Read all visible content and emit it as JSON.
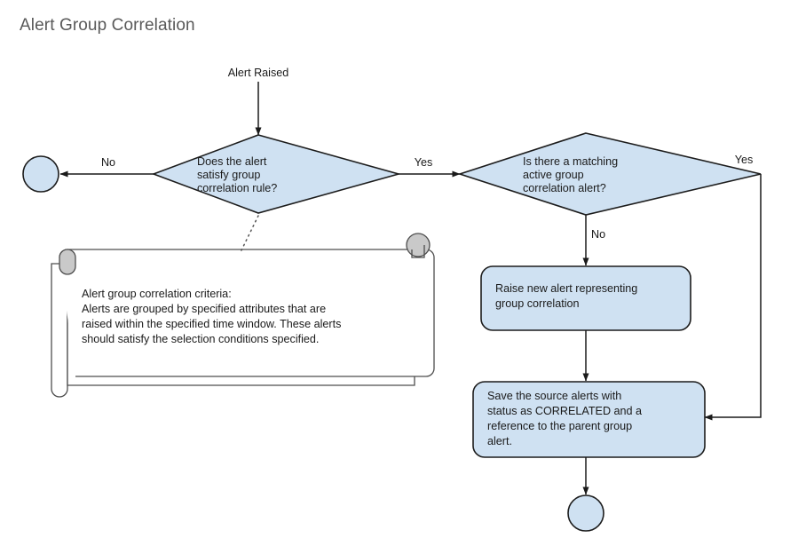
{
  "diagram": {
    "title": "Alert Group Correlation",
    "type": "flowchart",
    "colors": {
      "node_fill": "#cfe1f2",
      "node_stroke": "#1c1c1c",
      "title_text": "#595959",
      "body_text": "#1a1a1a",
      "note_fill": "#ffffff",
      "note_stroke": "#4d4d4d",
      "note_roll_fill": "#c9c9c9",
      "edge": "#1a1a1a",
      "background": "#ffffff"
    },
    "nodes": [
      {
        "id": "start-label",
        "shape": "text",
        "label": "Alert Raised"
      },
      {
        "id": "end-no-terminator",
        "shape": "circle",
        "label": ""
      },
      {
        "id": "decision-satisfy-rule",
        "shape": "diamond",
        "label": "Does the alert satisfy group correlation rule?",
        "lines": [
          "Does the alert",
          "satisfy group",
          "correlation rule?"
        ]
      },
      {
        "id": "decision-matching-alert",
        "shape": "diamond",
        "label": "Is there a matching active group correlation alert?",
        "lines": [
          "Is there a matching",
          "active group",
          "correlation alert?"
        ]
      },
      {
        "id": "process-raise-new-alert",
        "shape": "rounded-rectangle",
        "label": "Raise new alert representing group correlation",
        "lines": [
          "Raise new alert representing",
          "group correlation"
        ]
      },
      {
        "id": "process-save-source-alerts",
        "shape": "rounded-rectangle",
        "label": "Save the source alerts with status as CORRELATED and a reference to the parent group alert.",
        "lines": [
          "Save the source alerts with",
          "status as CORRELATED and a",
          "reference to the parent group",
          "alert."
        ]
      },
      {
        "id": "end-terminator",
        "shape": "circle",
        "label": ""
      },
      {
        "id": "note-criteria",
        "shape": "scroll-note",
        "label": "Alert group correlation criteria: Alerts are grouped by specified attributes that are raised within the specified time window. These alerts should satisfy the selection conditions specified.",
        "lines": [
          "Alert group correlation criteria:",
          "Alerts are grouped by specified attributes that are",
          "raised within the specified time window. These alerts",
          "should satisfy the selection conditions specified."
        ]
      }
    ],
    "edges": [
      {
        "id": "edge-start-to-decision1",
        "from": "start-label",
        "to": "decision-satisfy-rule",
        "label": ""
      },
      {
        "id": "edge-decision1-no",
        "from": "decision-satisfy-rule",
        "to": "end-no-terminator",
        "label": "No"
      },
      {
        "id": "edge-decision1-yes",
        "from": "decision-satisfy-rule",
        "to": "decision-matching-alert",
        "label": "Yes"
      },
      {
        "id": "edge-decision2-no",
        "from": "decision-matching-alert",
        "to": "process-raise-new-alert",
        "label": "No"
      },
      {
        "id": "edge-decision2-yes",
        "from": "decision-matching-alert",
        "to": "process-save-source-alerts",
        "label": "Yes"
      },
      {
        "id": "edge-raise-to-save",
        "from": "process-raise-new-alert",
        "to": "process-save-source-alerts",
        "label": ""
      },
      {
        "id": "edge-save-to-end",
        "from": "process-save-source-alerts",
        "to": "end-terminator",
        "label": ""
      },
      {
        "id": "edge-note-connector",
        "from": "note-criteria",
        "to": "decision-satisfy-rule",
        "label": "",
        "style": "dotted"
      }
    ]
  }
}
